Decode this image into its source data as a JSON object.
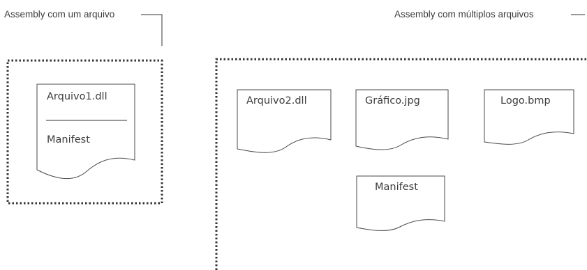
{
  "labels": {
    "single": "Assembly com um arquivo",
    "multiple": "Assembly com múltiplos arquivos"
  },
  "single_assembly": {
    "file": "Arquivo1.dll",
    "manifest": "Manifest"
  },
  "multi_assembly": {
    "files": [
      "Arquivo2.dll",
      "Gráfico.jpg",
      "Logo.bmp"
    ],
    "manifest": "Manifest"
  }
}
